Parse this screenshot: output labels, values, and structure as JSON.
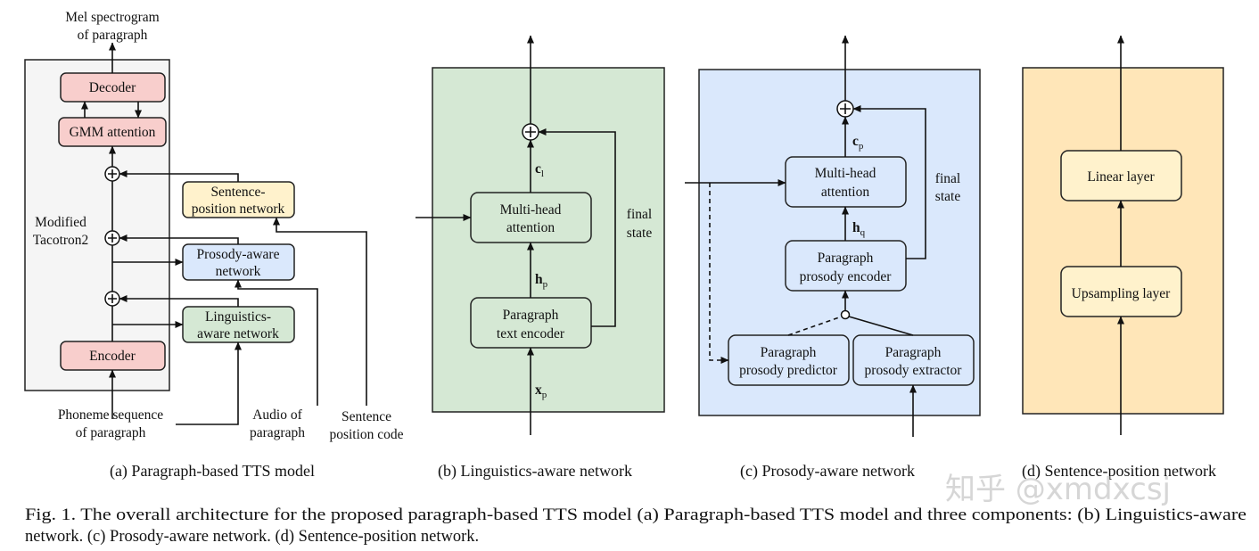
{
  "panel_a": {
    "output": [
      "Mel spectrogram",
      "of paragraph"
    ],
    "decoder": "Decoder",
    "gmm": "GMM attention",
    "module_label": [
      "Modified",
      "Tacotron2"
    ],
    "sentence_net": [
      "Sentence-",
      "position network"
    ],
    "prosody_net": [
      "Prosody-aware",
      "network"
    ],
    "ling_net": [
      "Linguistics-",
      "aware network"
    ],
    "encoder": "Encoder",
    "in_phoneme": [
      "Phoneme sequence",
      "of paragraph"
    ],
    "in_audio": [
      "Audio of",
      "paragraph"
    ],
    "in_position": [
      "Sentence",
      "position code"
    ],
    "caption": "(a)  Paragraph-based TTS model"
  },
  "panel_b": {
    "attention": [
      "Multi-head",
      "attention"
    ],
    "encoder": [
      "Paragraph",
      "text encoder"
    ],
    "c": "c",
    "c_sub": "l",
    "h": "h",
    "h_sub": "p",
    "x": "x",
    "x_sub": "p",
    "final_state": [
      "final",
      "state"
    ],
    "caption": "(b)  Linguistics-aware network"
  },
  "panel_c": {
    "attention": [
      "Multi-head",
      "attention"
    ],
    "encoder": [
      "Paragraph",
      "prosody encoder"
    ],
    "predictor": [
      "Paragraph",
      "prosody predictor"
    ],
    "extractor": [
      "Paragraph",
      "prosody extractor"
    ],
    "c": "c",
    "c_sub": "p",
    "h": "h",
    "h_sub": "q",
    "final_state": [
      "final",
      "state"
    ],
    "caption": "(c)  Prosody-aware network"
  },
  "panel_d": {
    "linear": "Linear layer",
    "upsampling": "Upsampling layer",
    "caption": "(d)  Sentence-position network"
  },
  "figure_caption": [
    "Fig. 1.  The overall architecture for the proposed paragraph-based TTS model (a) Paragraph-based TTS model and three components: (b) Linguistics-aware",
    "network. (c) Prosody-aware network. (d) Sentence-position network."
  ],
  "watermark": "知乎 @xmdxcsj",
  "colors": {
    "red_box": "#f8cecc",
    "yellow_box": "#fff2cc",
    "blue_box": "#dae8fc",
    "green_box": "#d5e8d4",
    "gray_panel": "#f5f5f5",
    "green_panel": "#d5e8d4",
    "blue_panel": "#dae8fc",
    "yellow_panel": "#ffe6b8"
  }
}
